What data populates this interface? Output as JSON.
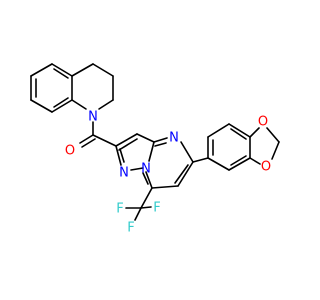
{
  "molecule": {
    "atom_labels": {
      "n_quinoline": "N",
      "o_carbonyl": "O",
      "n_pyrimidine": "N",
      "n_pyrazole_a": "N",
      "n_pyrazole_b": "N",
      "o_dioxole_top": "O",
      "o_dioxole_bottom": "O",
      "f_1": "F",
      "f_2": "F",
      "f_3": "F"
    },
    "colors": {
      "bond": "#000000",
      "nitrogen": "#0000ff",
      "oxygen": "#ff0000",
      "fluorine": "#33cccc"
    }
  }
}
